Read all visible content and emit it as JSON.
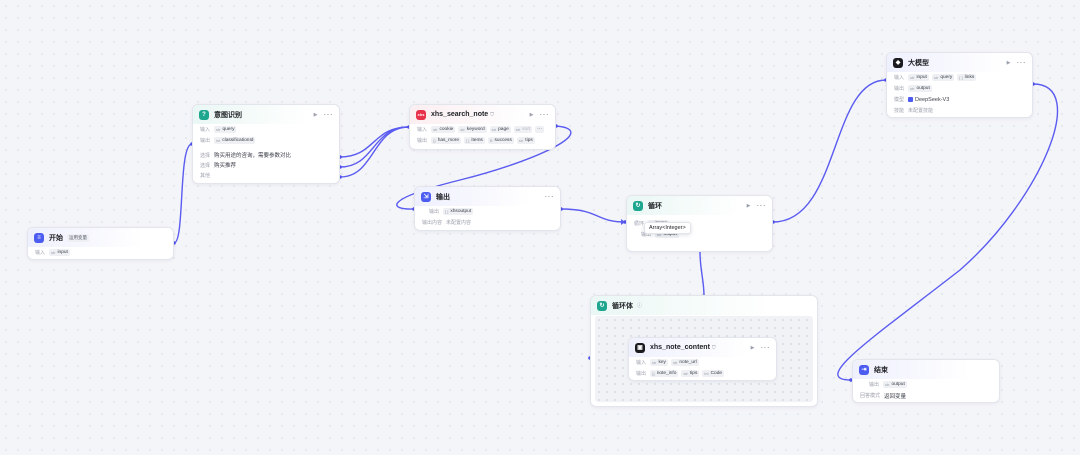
{
  "nodes": {
    "start": {
      "title": "开始",
      "badge": "运用变量",
      "input_label": "输入",
      "input_chip_type": "str",
      "input_chip": "input"
    },
    "intent": {
      "title": "意图识别",
      "input_label": "输入",
      "input_chip_type": "str",
      "input_chip": "query",
      "output_label": "输出",
      "output_chip_type": "int",
      "output_chip": "classificationId",
      "options": [
        {
          "label": "选择",
          "text": "购买用途的咨询，需要参数对比"
        },
        {
          "label": "选择",
          "text": "购买推荐"
        },
        {
          "label": "其他",
          "text": ""
        }
      ]
    },
    "search": {
      "title": "xhs_search_note",
      "input_label": "输入",
      "inputs": [
        {
          "t": "str",
          "v": "cookie"
        },
        {
          "t": "str",
          "v": "keyword"
        },
        {
          "t": "str",
          "v": "page"
        },
        {
          "t": "str",
          "v": "sort"
        },
        {
          "t": "",
          "v": "···"
        }
      ],
      "output_label": "输出",
      "outputs": [
        {
          "t": "{}",
          "v": "has_more"
        },
        {
          "t": "[ ]",
          "v": "items"
        },
        {
          "t": "B",
          "v": "success"
        },
        {
          "t": "str",
          "v": "tips"
        }
      ]
    },
    "output": {
      "title": "输出",
      "output_label": "输出",
      "output_chip_type": "[ ]",
      "output_chip": "xhsoutput",
      "content_label": "输出内容",
      "content_value": "未配置内容"
    },
    "loop": {
      "title": "循环",
      "loop_label": "循环",
      "loop_chip": "items",
      "output_label": "输出",
      "output_chip_type": "str",
      "output_chip": "output",
      "tooltip": "Array<Integer>"
    },
    "llm": {
      "title": "大模型",
      "input_label": "输入",
      "inputs": [
        {
          "t": "str",
          "v": "input"
        },
        {
          "t": "str",
          "v": "query"
        },
        {
          "t": "[ ]",
          "v": "links"
        }
      ],
      "output_label": "输出",
      "output_chip_type": "str",
      "output_chip": "output",
      "model_label": "模型",
      "model_value": "DeepSeek-V3",
      "skill_label": "技能",
      "skill_value": "未配置技能"
    },
    "loop_body": {
      "title": "循环体"
    },
    "xhs_content": {
      "title": "xhs_note_content",
      "input_label": "输入",
      "inputs": [
        {
          "t": "str",
          "v": "key"
        },
        {
          "t": "str",
          "v": "note_url"
        }
      ],
      "output_label": "输出",
      "outputs": [
        {
          "t": "{}",
          "v": "note_info"
        },
        {
          "t": "str",
          "v": "tips"
        },
        {
          "t": "int",
          "v": "Code"
        }
      ]
    },
    "end": {
      "title": "结束",
      "output_label": "输出",
      "output_chip_type": "str",
      "output_chip": "output",
      "mode_label": "回答模式",
      "mode_value": "返回变量"
    }
  },
  "icons": {
    "start": "start-icon",
    "intent": "intent-icon",
    "search": "xhs-plugin-icon",
    "output": "output-icon",
    "loop": "loop-icon",
    "llm": "llm-icon",
    "end": "end-icon",
    "play": "play-icon",
    "more": "more-icon"
  },
  "colors": {
    "edge": "#5a5bf0",
    "accent_blue": "#4c5cf0",
    "accent_green": "#1fa68e",
    "accent_red": "#e8324c"
  }
}
